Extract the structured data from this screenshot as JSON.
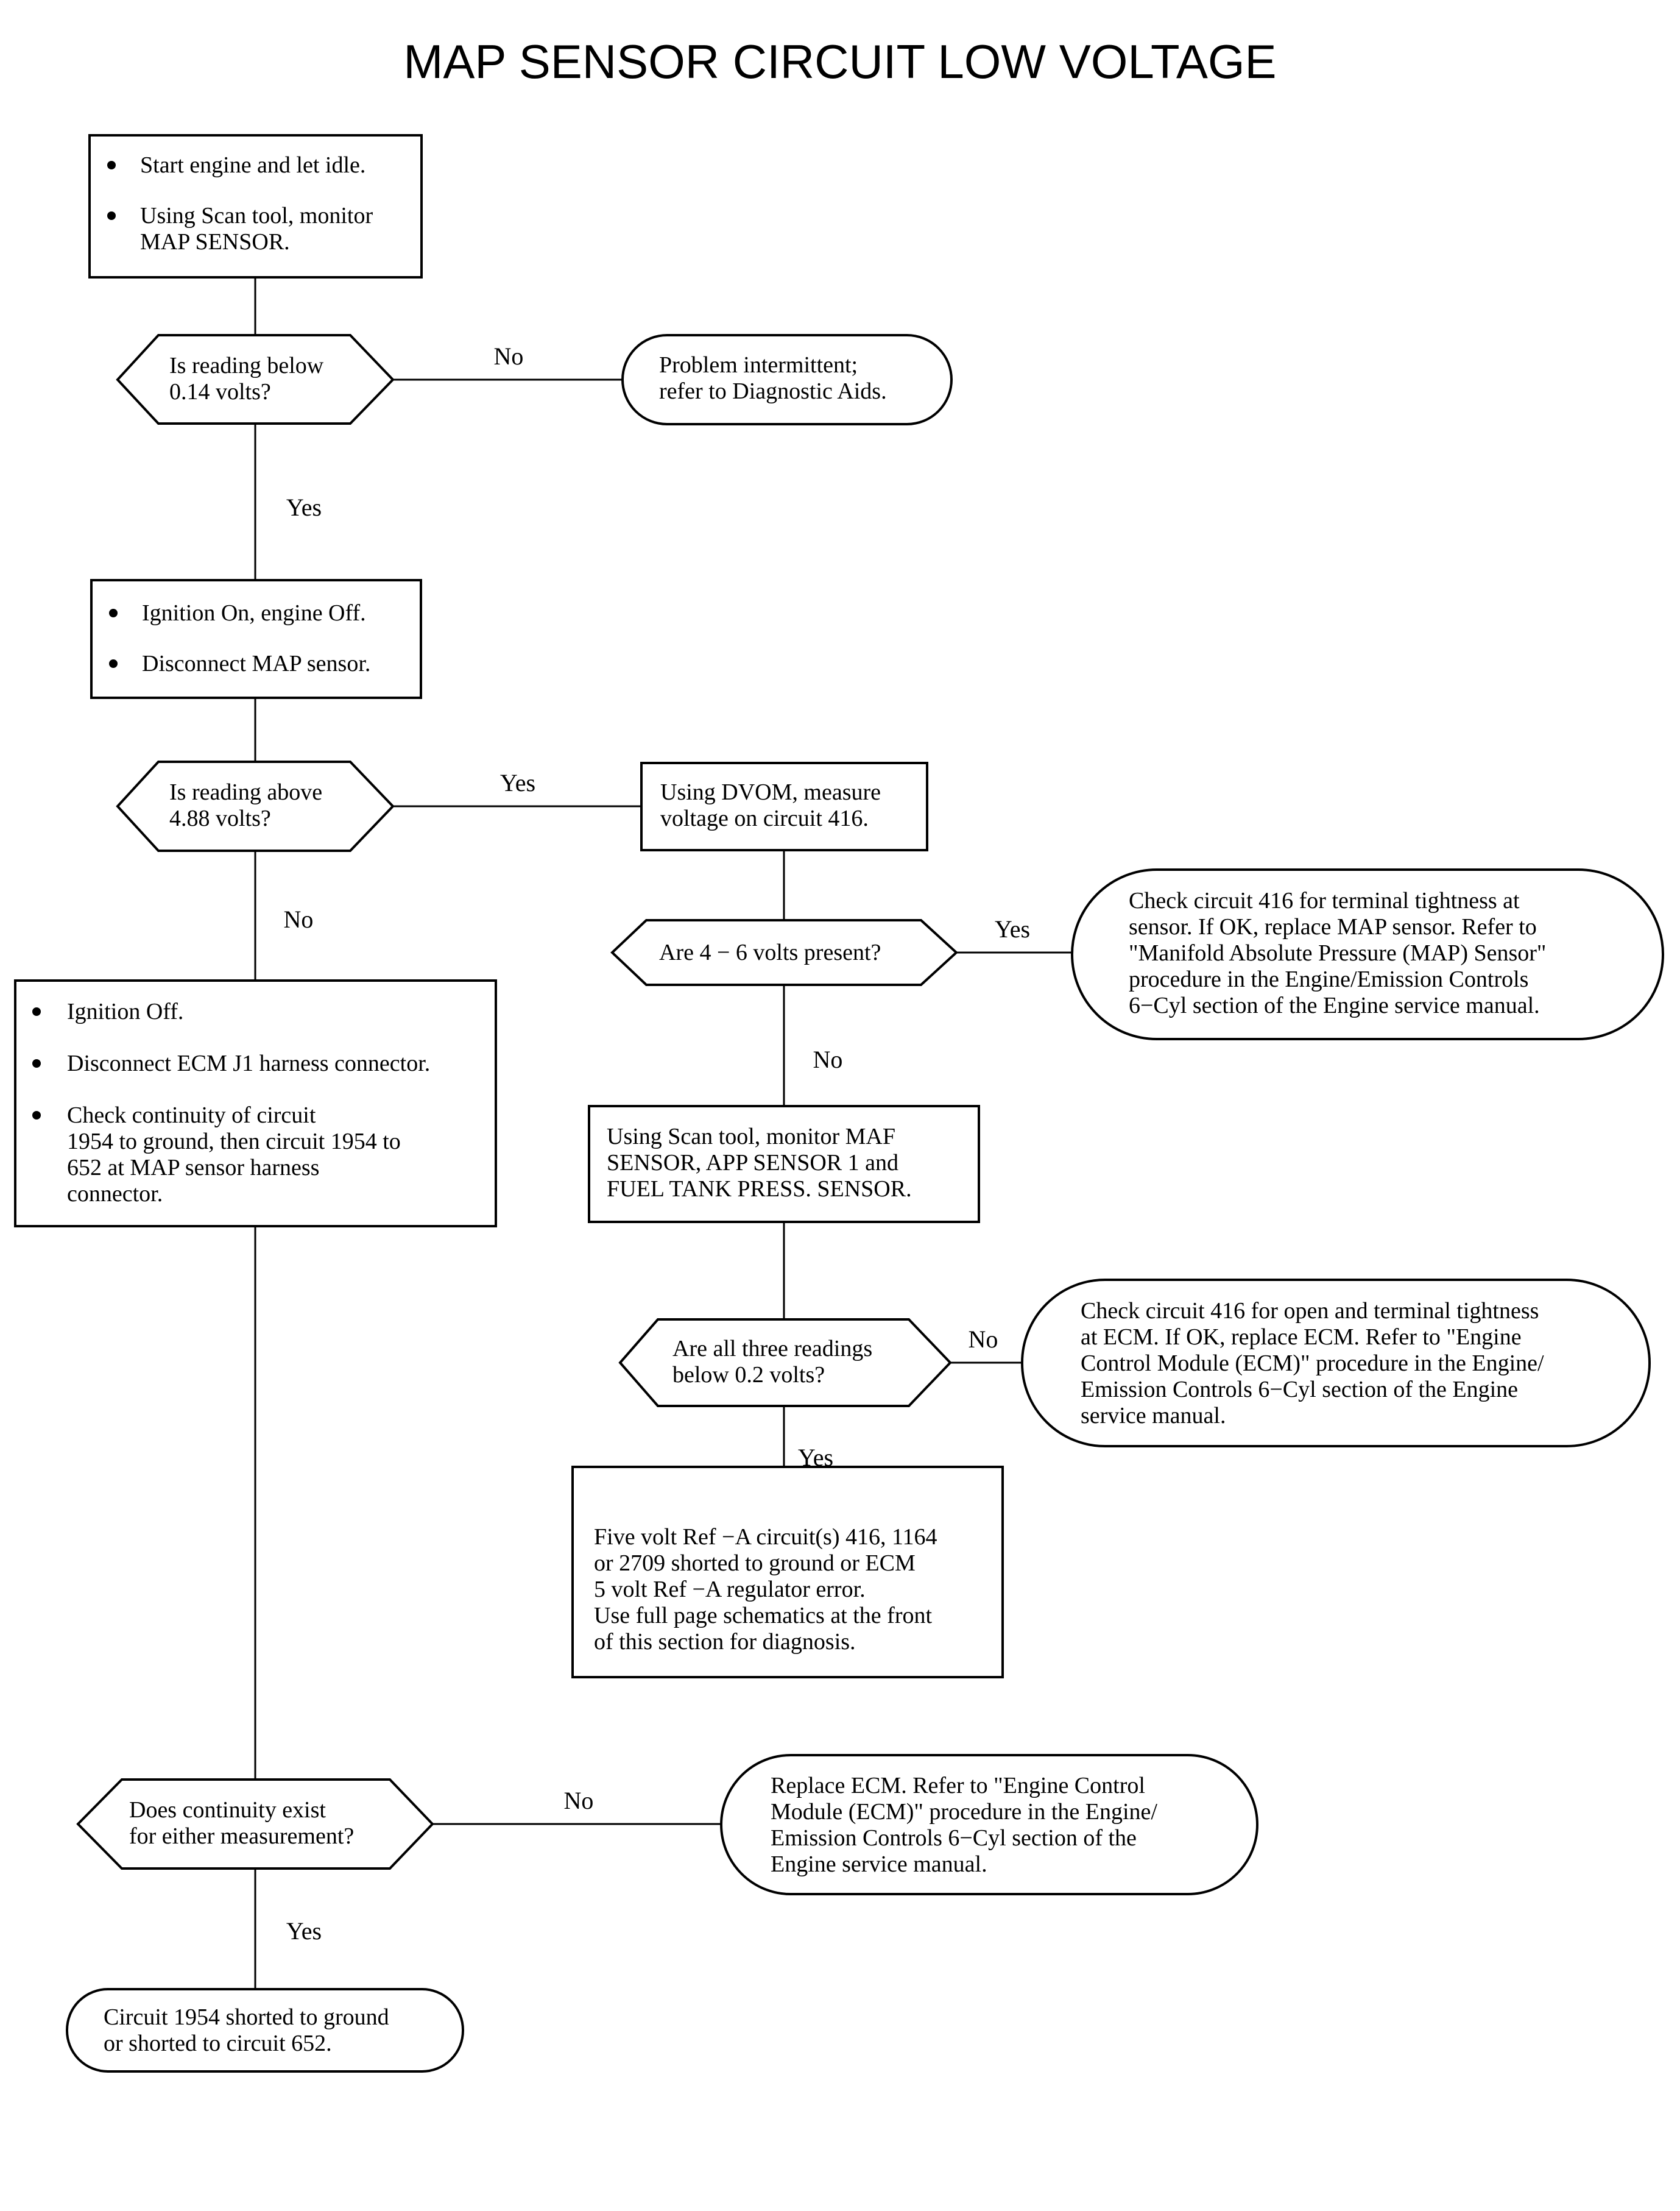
{
  "title": "MAP SENSOR CIRCUIT LOW VOLTAGE",
  "nodes": {
    "start": {
      "bullets": [
        [
          "Start engine and let idle."
        ],
        [
          "Using Scan tool, monitor",
          "MAP SENSOR."
        ]
      ]
    },
    "q1": {
      "lines": [
        "Is reading below",
        "0.14 volts?"
      ]
    },
    "intermittent": {
      "lines": [
        "Problem intermittent;",
        "refer to Diagnostic Aids."
      ]
    },
    "ignition_on": {
      "bullets": [
        [
          "Ignition On, engine Off."
        ],
        [
          "Disconnect MAP sensor."
        ]
      ]
    },
    "q2": {
      "lines": [
        "Is reading above",
        "4.88 volts?"
      ]
    },
    "dvom": {
      "lines": [
        "Using DVOM, measure",
        "voltage on circuit 416."
      ]
    },
    "q3": {
      "lines": [
        "Are 4 − 6 volts present?"
      ]
    },
    "check416_sensor": {
      "lines": [
        "Check circuit 416 for terminal tightness at",
        "sensor. If OK, replace MAP sensor. Refer to",
        "\"Manifold Absolute Pressure (MAP) Sensor\"",
        "procedure in the Engine/Emission Controls",
        "6−Cyl section of the Engine service manual."
      ]
    },
    "ignition_off": {
      "bullets": [
        [
          "Ignition Off."
        ],
        [
          "Disconnect ECM J1 harness connector."
        ],
        [
          "Check continuity of circuit",
          "1954 to ground, then circuit 1954 to",
          "652 at MAP sensor harness",
          "connector."
        ]
      ]
    },
    "scan_maf": {
      "lines": [
        "Using Scan tool, monitor MAF",
        "SENSOR, APP SENSOR 1 and",
        "FUEL TANK PRESS. SENSOR."
      ]
    },
    "q4": {
      "lines": [
        "Are all three readings",
        "below 0.2 volts?"
      ]
    },
    "check416_ecm": {
      "lines": [
        "Check circuit 416 for open and terminal tightness",
        "at ECM. If OK, replace ECM. Refer to \"Engine",
        "Control Module (ECM)\" procedure in the Engine/",
        "Emission Controls 6−Cyl section of the Engine",
        "service manual."
      ]
    },
    "fivevolt": {
      "lines": [
        "Five volt Ref −A circuit(s) 416, 1164",
        "or 2709 shorted to ground or ECM",
        "5 volt Ref −A regulator error.",
        "Use full page schematics at the front",
        "of this section for diagnosis."
      ]
    },
    "q5": {
      "lines": [
        "Does continuity exist",
        "for either measurement?"
      ]
    },
    "replace_ecm": {
      "lines": [
        "Replace ECM. Refer to \"Engine Control",
        "Module (ECM)\" procedure in the Engine/",
        "Emission Controls 6−Cyl section of the",
        "Engine service manual."
      ]
    },
    "circuit1954": {
      "lines": [
        "Circuit 1954 shorted to ground",
        "or shorted to circuit 652."
      ]
    }
  },
  "edges": {
    "q1_no": "No",
    "q1_yes": "Yes",
    "q2_yes": "Yes",
    "q2_no": "No",
    "q3_yes": "Yes",
    "q3_no": "No",
    "q4_no": "No",
    "q4_yes": "Yes",
    "q5_no": "No",
    "q5_yes": "Yes"
  }
}
